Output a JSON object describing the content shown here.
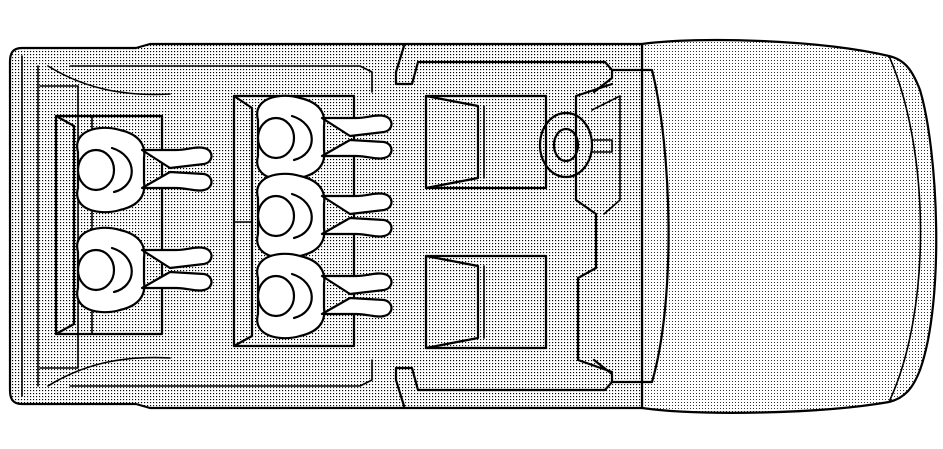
{
  "diagram": {
    "kind": "vehicle-seating-top-view",
    "colors": {
      "ink": "#000000",
      "paper": "#ffffff",
      "interior_dot": "#000000",
      "hood_dot": "#000000"
    },
    "rows": [
      {
        "name": "driver-and-front-passenger",
        "seats": 2,
        "occupied": 0
      },
      {
        "name": "second-row",
        "seats": 3,
        "occupied": 3
      },
      {
        "name": "third-row",
        "seats": 2,
        "occupied": 2
      }
    ]
  }
}
